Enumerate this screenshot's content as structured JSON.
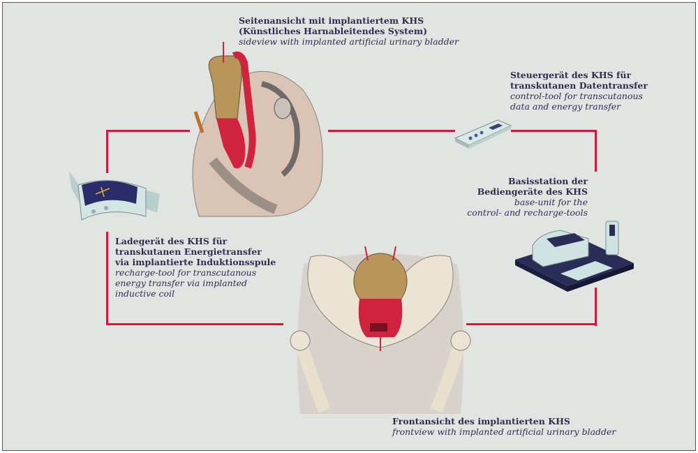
{
  "sideview": {
    "title_de_1": "Seitenansicht mit implantiertem KHS",
    "title_de_2": "(Künstliches Harnableitendes System)",
    "title_en": "sideview with implanted artificial urinary bladder"
  },
  "control_tool": {
    "title_de_1": "Steuergerät des KHS für",
    "title_de_2": "transkutanen Datentransfer",
    "title_en_1": "control-tool for transcutanous",
    "title_en_2": "data and energy transfer"
  },
  "base_unit": {
    "title_de_1": "Basisstation der",
    "title_de_2": "Bediengeräte des KHS",
    "title_en_1": "base-unit for the",
    "title_en_2": "control- and recharge-tools"
  },
  "recharge_tool": {
    "title_de_1": "Ladegerät des KHS für",
    "title_de_2": "transkutanen Energietransfer",
    "title_de_3": "via implantierte Induktionsspule",
    "title_en_1": "recharge-tool for transcutanous",
    "title_en_2": "energy transfer via implanted",
    "title_en_3": "inductive coil"
  },
  "frontview": {
    "title_de": "Frontansicht des implantierten KHS",
    "title_en": "frontview with implanted artificial urinary bladder"
  },
  "colors": {
    "connector": "#d3173f",
    "text": "#2b2e4f",
    "implant": "#d0233f",
    "bladder": "#b8955a"
  }
}
